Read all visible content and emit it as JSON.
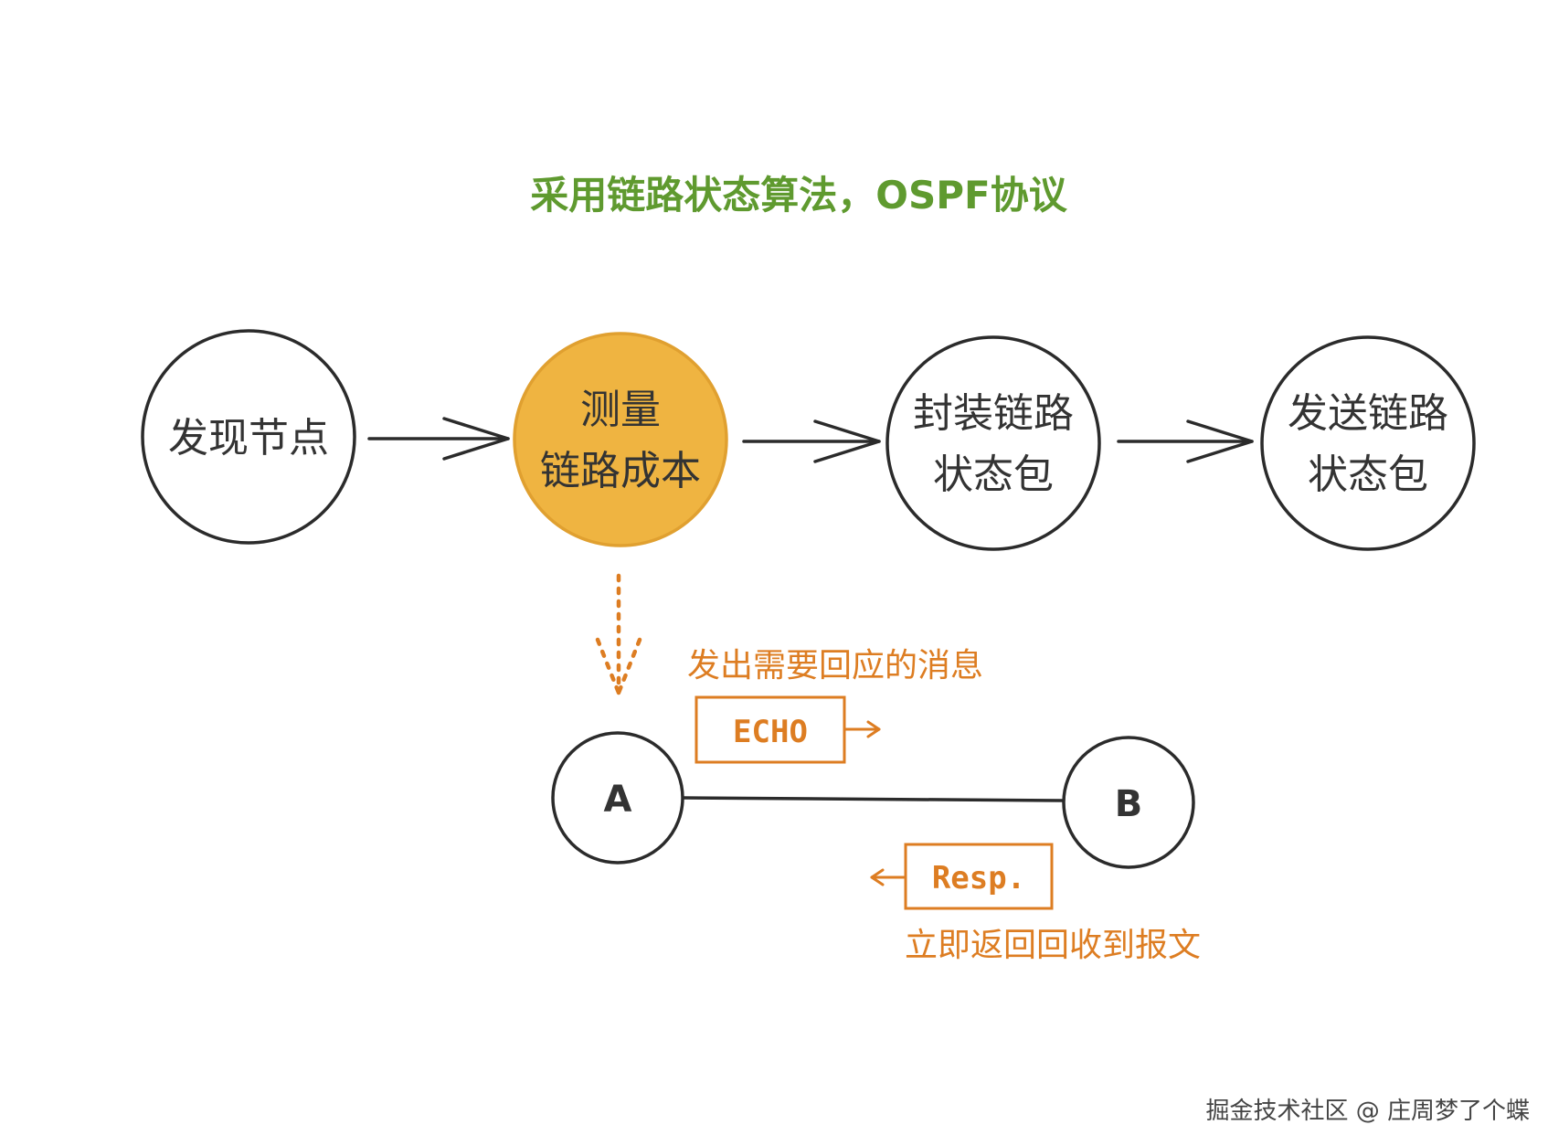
{
  "title": "采用链路状态算法，OSPF协议",
  "nodes": [
    {
      "lines": [
        "发现节点"
      ]
    },
    {
      "lines": [
        "测量",
        "链路成本"
      ],
      "highlight": true
    },
    {
      "lines": [
        "封装链路",
        "状态包"
      ]
    },
    {
      "lines": [
        "发送链路",
        "状态包"
      ]
    }
  ],
  "detail": {
    "send_caption": "发出需要回应的消息",
    "echo_label": "ECHO",
    "node_a": "A",
    "node_b": "B",
    "resp_label": "Resp.",
    "reply_caption": "立即返回回收到报文"
  },
  "colors": {
    "title": "#5f9a2f",
    "highlight_fill": "#efb441",
    "accent_orange": "#dd7d22",
    "stroke": "#2b2b2b"
  },
  "watermark": "掘金技术社区 @ 庄周梦了个蝶"
}
